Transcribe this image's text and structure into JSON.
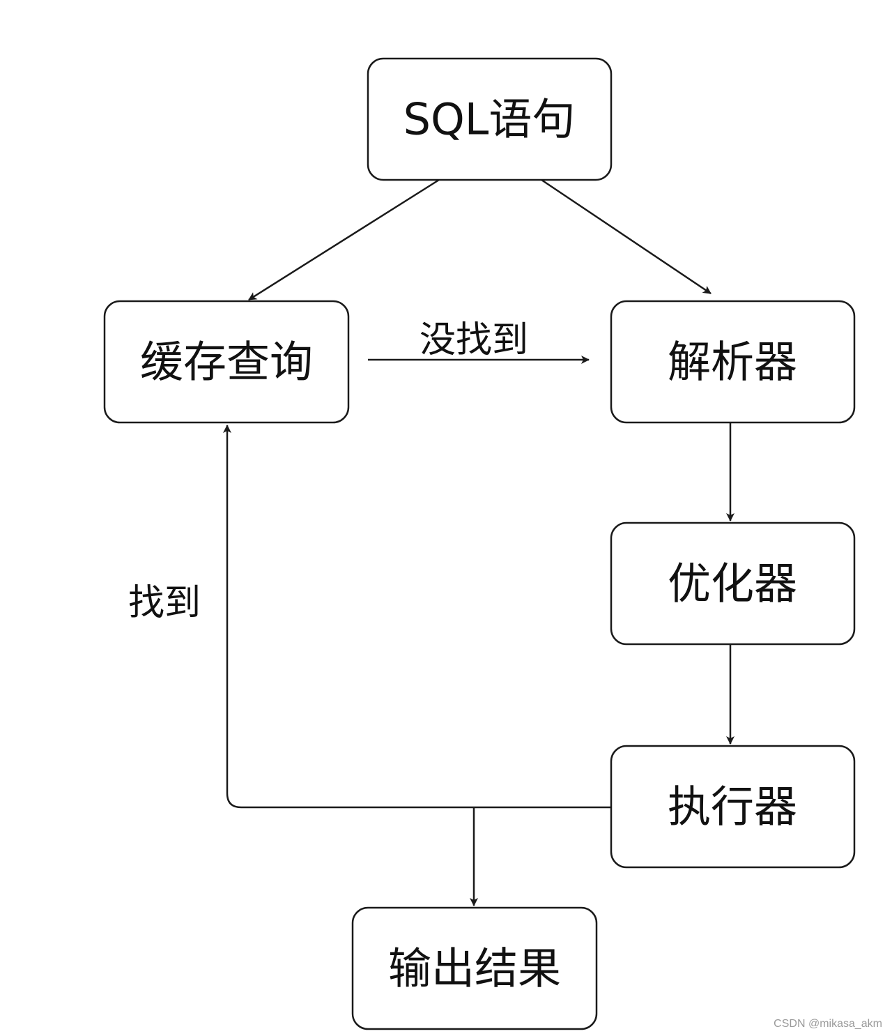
{
  "nodes": {
    "sql_statement": "SQL语句",
    "cache_query": "缓存查询",
    "parser": "解析器",
    "optimizer": "优化器",
    "executor": "执行器",
    "output_result": "输出结果"
  },
  "edge_labels": {
    "cache_miss": "没找到",
    "cache_hit": "找到"
  },
  "watermark": "CSDN @mikasa_akm"
}
